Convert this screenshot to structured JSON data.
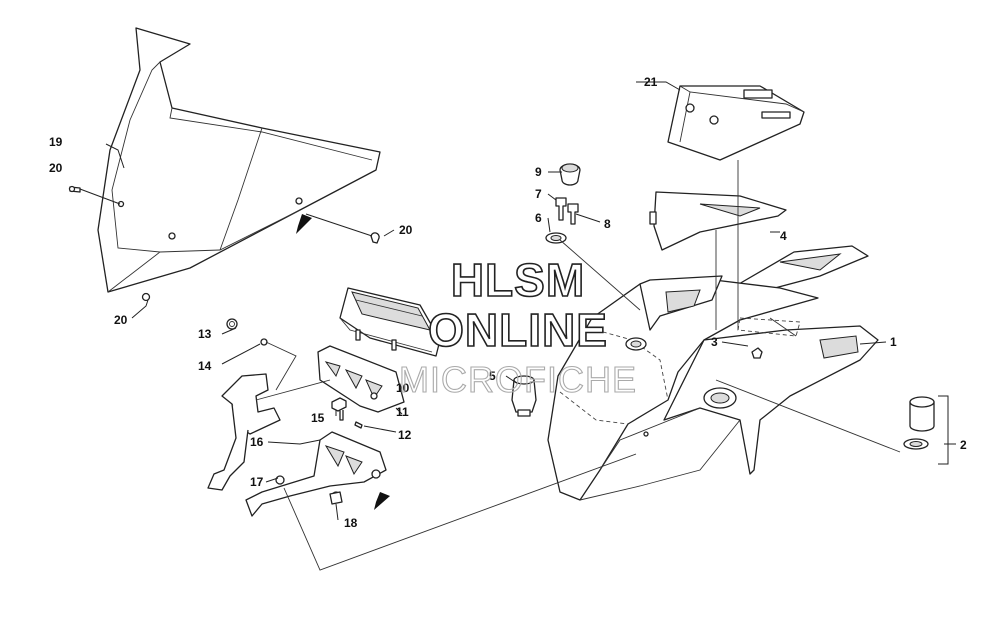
{
  "watermark": {
    "line1": "HLSM",
    "line2": "ONLINE",
    "line3": "MICROFICHE"
  },
  "callouts": {
    "c1": "1",
    "c2": "2",
    "c3": "3",
    "c4": "4",
    "c5": "5",
    "c6": "6",
    "c7": "7",
    "c8": "8",
    "c9": "9",
    "c10": "10",
    "c11": "11",
    "c12": "12",
    "c13": "13",
    "c14": "14",
    "c15": "15",
    "c16": "16",
    "c17": "17",
    "c18": "18",
    "c19": "19",
    "c20a": "20",
    "c20b": "20",
    "c20c": "20",
    "c21": "21"
  },
  "colors": {
    "line": "#222222",
    "shade": "#dcdcdc",
    "watermark_outline": "#222222",
    "watermark_faint": "#aaaaaa"
  }
}
